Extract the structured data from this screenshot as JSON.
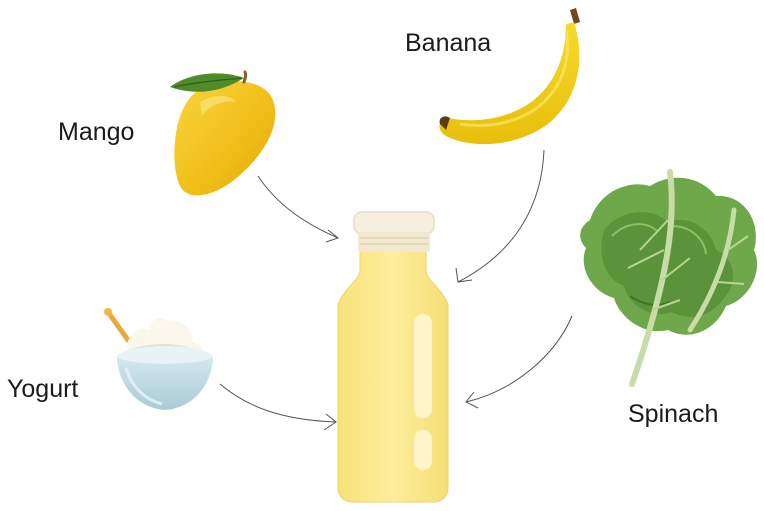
{
  "diagram": {
    "ingredients": [
      {
        "id": "mango",
        "label": "Mango",
        "icon": "mango-icon"
      },
      {
        "id": "banana",
        "label": "Banana",
        "icon": "banana-icon"
      },
      {
        "id": "yogurt",
        "label": "Yogurt",
        "icon": "yogurt-bowl-icon"
      },
      {
        "id": "spinach",
        "label": "Spinach",
        "icon": "spinach-leaf-icon"
      }
    ],
    "result": {
      "icon": "smoothie-bottle-icon"
    },
    "colors": {
      "mango": "#f2c21b",
      "mango_leaf": "#4f8a2b",
      "banana": "#f2cf16",
      "smoothie": "#fbe98c",
      "bottle_cap": "#f6efe0",
      "spinach": "#5f9a3e",
      "yogurt_bowl": "#b9d7e0",
      "arrow": "#555555"
    }
  }
}
